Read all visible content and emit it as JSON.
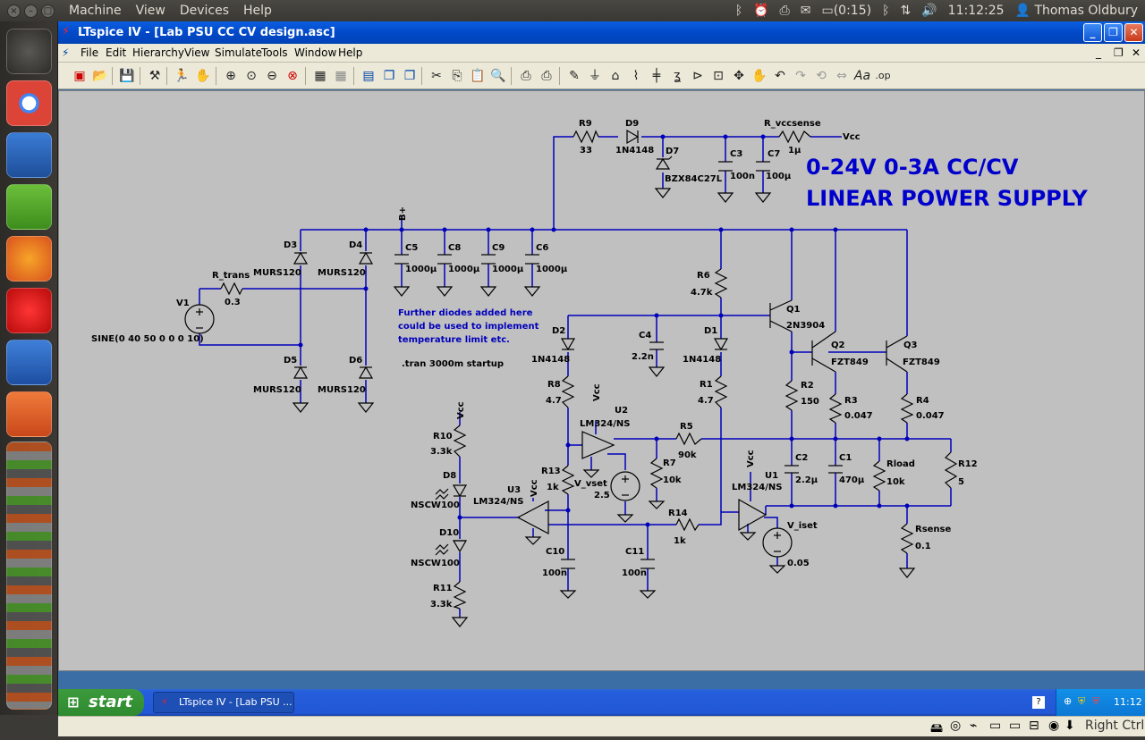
{
  "topbar": {
    "menus": [
      "Machine",
      "View",
      "Devices",
      "Help"
    ],
    "battery": "(0:15)",
    "clock": "11:12:25",
    "user": "Thomas Oldbury"
  },
  "launcher": {
    "icons": [
      "ubuntu-icon",
      "chrome-icon",
      "virtualbox-icon",
      "text-editor-icon",
      "firefox-icon",
      "opera-icon",
      "calculator-icon",
      "ubuntu-one-icon"
    ]
  },
  "window": {
    "title": "LTspice IV - [Lab PSU CC CV design.asc]",
    "menu": [
      "File",
      "Edit",
      "Hierarchy",
      "View",
      "Simulate",
      "Tools",
      "Window",
      "Help"
    ]
  },
  "schematic": {
    "title_line1": "0-24V 0-3A CC/CV",
    "title_line2": "LINEAR POWER SUPPLY",
    "note_lines": [
      "Further diodes added here",
      "could be used to implement",
      "temperature limit etc."
    ],
    "tran": ".tran 3000m startup",
    "labels": {
      "R9": "R9",
      "R9v": "33",
      "D9": "D9",
      "D9v": "1N4148",
      "Rvcc": "R_vccsense",
      "Rvccv": "1µ",
      "Vcc": "Vcc",
      "D7": "D7",
      "D7v": "BZX84C27L",
      "C3": "C3",
      "C3v": "100n",
      "C7": "C7",
      "C7v": "100µ",
      "Bplus": "B+",
      "D3": "D3",
      "D4": "D4",
      "D3v": "MURS120",
      "D4v": "MURS120",
      "C5": "C5",
      "C5v": "1000µ",
      "C8": "C8",
      "C8v": "1000µ",
      "C9": "C9",
      "C9v": "1000µ",
      "C6": "C6",
      "C6v": "1000µ",
      "Rtrans": "R_trans",
      "Rtransv": "0.3",
      "V1": "V1",
      "V1v": "SINE(0 40 50 0 0 0 10)",
      "D5": "D5",
      "D6": "D6",
      "D5v": "MURS120",
      "D6v": "MURS120",
      "R6": "R6",
      "R6v": "4.7k",
      "Q1": "Q1",
      "Q1v": "2N3904",
      "Q2": "Q2",
      "Q2v": "FZT849",
      "Q3": "Q3",
      "Q3v": "FZT849",
      "D2": "D2",
      "D2v": "1N4148",
      "C4": "C4",
      "C4v": "2.2n",
      "D1": "D1",
      "D1v": "1N4148",
      "R8": "R8",
      "R8v": "4.7",
      "R1": "R1",
      "R1v": "4.7",
      "R2": "R2",
      "R2v": "150",
      "R3": "R3",
      "R3v": "0.047",
      "R4": "R4",
      "R4v": "0.047",
      "U2": "U2",
      "U2v": "LM324/NS",
      "Vcc2": "Vcc",
      "R5": "R5",
      "R5v": "90k",
      "R7": "R7",
      "R7v": "10k",
      "R10": "R10",
      "R10v": "3.3k",
      "D8": "D8",
      "D8v": "NSCW100",
      "U3": "U3",
      "U3v": "LM324/NS",
      "Vcc3": "Vcc",
      "R13": "R13",
      "R13v": "1k",
      "Vvset": "V_vset",
      "Vvsetv": "2.5",
      "U1": "U1",
      "U1v": "LM324/NS",
      "Vcc1": "Vcc",
      "C2": "C2",
      "C2v": "2.2µ",
      "C1": "C1",
      "C1v": "470µ",
      "Rload": "Rload",
      "Rloadv": "10k",
      "R12": "R12",
      "R12v": "5",
      "R14": "R14",
      "R14v": "1k",
      "Viset": "V_iset",
      "Visetv": "0.05",
      "Rsense": "Rsense",
      "Rsensev": "0.1",
      "D10": "D10",
      "D10v": "NSCW100",
      "C10": "C10",
      "C10v": "100n",
      "C11": "C11",
      "C11v": "100n",
      "R11": "R11",
      "R11v": "3.3k",
      "Vcc0": "Vcc"
    }
  },
  "taskbar": {
    "start": "start",
    "task": "LTspice IV - [Lab PSU ...",
    "time": "11:12"
  },
  "vbox": {
    "hostkey": "Right Ctrl"
  }
}
